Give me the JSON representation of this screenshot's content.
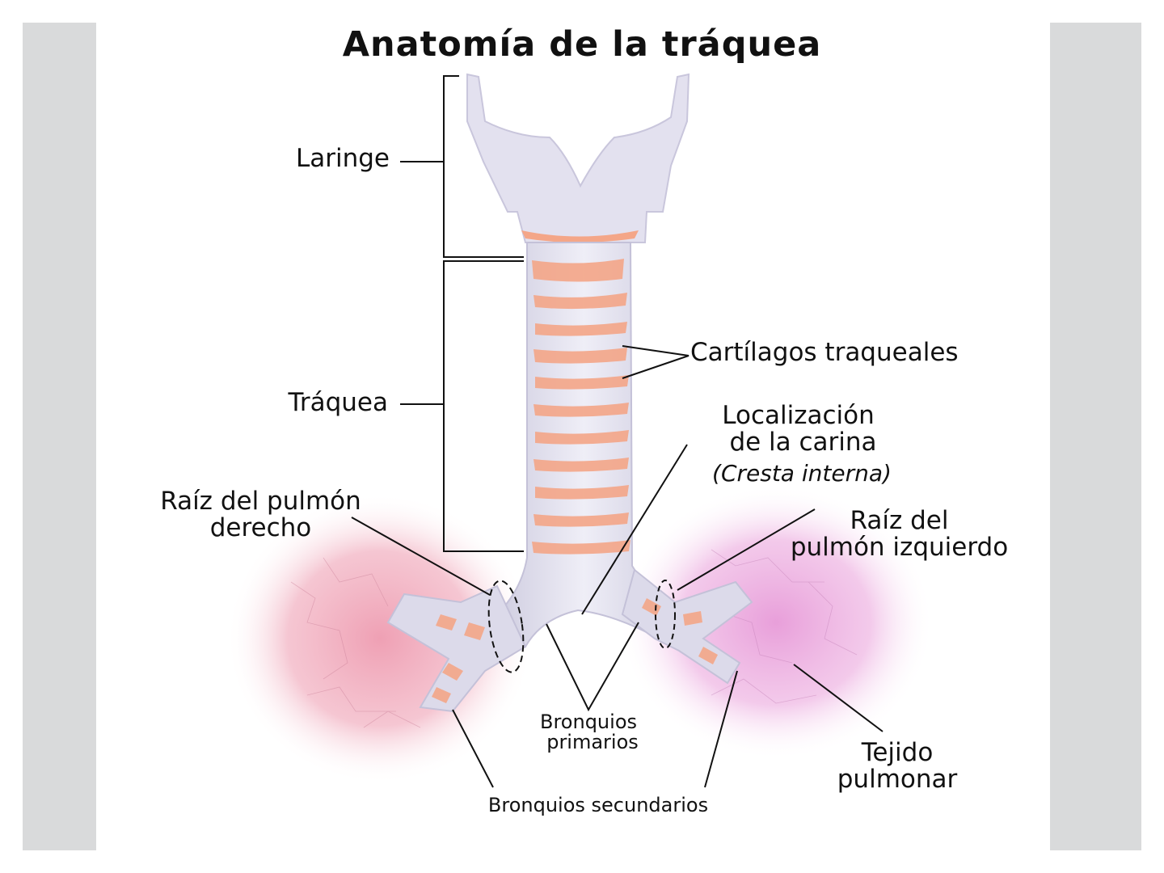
{
  "title": "Anatomía de la tráquea",
  "labels": {
    "larynx": "Laringe",
    "trachea": "Tráquea",
    "tracheal_cartilages": "Cartílagos traqueales",
    "carina_line1": "Localización",
    "carina_line2": "de la carina",
    "carina_line3": "(Cresta interna)",
    "right_root_line1": "Raíz del pulmón",
    "right_root_line2": "derecho",
    "left_root_line1": "Raíz del",
    "left_root_line2": "pulmón izquierdo",
    "primary_bronchi_line1": "Bronquios",
    "primary_bronchi_line2": "primarios",
    "secondary_bronchi": "Bronquios secundarios",
    "lung_tissue_line1": "Tejido",
    "lung_tissue_line2": "pulmonar"
  },
  "colors": {
    "frame": "#d9dadb",
    "cartilage": "#e6e4f1",
    "mucosa": "#f3a27f",
    "right_lung": "#f0a6b8",
    "left_lung": "#e9a8dc"
  }
}
